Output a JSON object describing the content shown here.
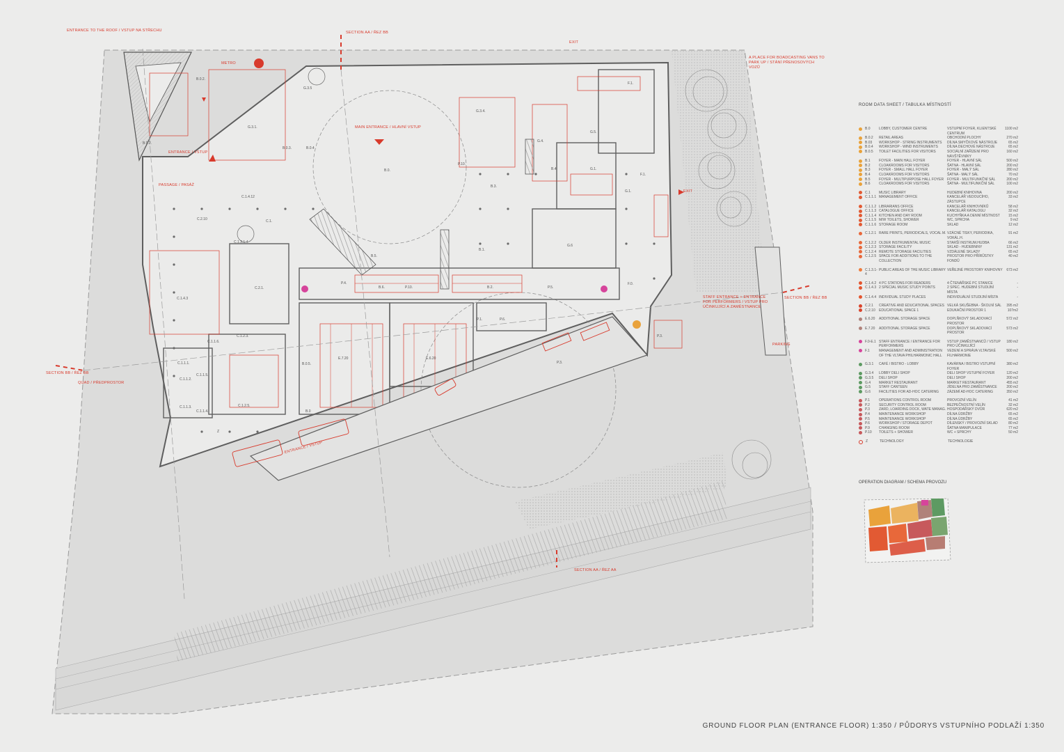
{
  "colors": {
    "accent": "#d83a2c",
    "wall": "#6b6b6b",
    "paper": "#ececeb",
    "hatch": "#c4c4c4"
  },
  "plan": {
    "annotations": {
      "entrance_roof": "ENTRANCE TO THE ROOF / VSTUP NA STŘECHU",
      "section_aa_top": "SECTION AA / ŘEZ BB",
      "section_aa_bottom": "SECTION AA / ŘEZ AA",
      "section_bb_left": "SECTION BB / ŘEZ BB",
      "section_bb_right": "SECTION BB / ŘEZ BB",
      "exit_top": "EXIT",
      "exit_right": "EXIT",
      "vans": "A PLACE FOR BOADCASTING VANS TO PARK UP / STÁNÍ PŘENOSOVÝCH VOZŮ",
      "metro": "METRO",
      "main_entrance": "MAIN ENTRANCE / HLAVNÍ VSTUP",
      "entrance_left": "ENTRANCE / VSTUP",
      "passage": "PASSAGE / PASÁŽ",
      "quad": "QUAD / PŘEDPROSTOR",
      "staff_entrance": "STAFF ENTRANCE + ENTRANCE FOR PERFORMERS / VSTUP PRO ÚČINKUJÍCÍ A ZAMĚSTNANCE",
      "parking": "PARKING",
      "entrance_bottom": "ENTRANCE / VSTUP"
    },
    "rooms": [
      "B.0.2.",
      "B.0.2.",
      "G.3.5",
      "G.3.1.",
      "B.0.3.",
      "B.0.4",
      "G.3.4.",
      "G.5.",
      "F.1.",
      "P.10.",
      "G.4.",
      "B.3.",
      "B.0.",
      "B.4",
      "G.1.",
      "F.1.",
      "G.1.",
      "C.1.4.12",
      "C.1.",
      "C.2.10",
      "C.1.3.1-4",
      "C.2.1.",
      "B.5.",
      "B.1.",
      "G.6",
      "P.4.",
      "B.6.",
      "P.10.",
      "B.2.",
      "P.5.",
      "F.0.",
      "C.1.4.3",
      "P.1.",
      "P.6.",
      "E.7.20",
      "B.0.5.",
      "E.6.20",
      "P.3.",
      "P.3.",
      "C.1.1.6.",
      "C.1.2.3.",
      "C.1.1.1.",
      "C.1.1.5.",
      "C.1.1.2.",
      "C.1.2.5.",
      "C.1.1.3.",
      "C.1.1.4.",
      "B.0",
      "Z"
    ]
  },
  "legend": {
    "title": "ROOM DATA SHEET / TABULKA MÍSTNOSTÍ",
    "groups": [
      {
        "color": "#e9a23b",
        "rows": [
          {
            "code": "B.0",
            "en": "LOBBY, CUSTOMER CENTRE",
            "cz": "VSTUPNÍ FOYER, KLIENTSKÉ CENTRUM",
            "area": "1100 m2"
          },
          {
            "code": "B.0.2",
            "en": "RETAIL AREAS",
            "cz": "OBCHODNÍ PLOCHY",
            "area": "270 m2"
          },
          {
            "code": "B.03",
            "en": "WORKSHOP - STRING INSTRUMENTS",
            "cz": "DÍLNA SMYČKOVÉ NÁSTROJE",
            "area": "65 m2"
          },
          {
            "code": "B.0.4",
            "en": "WORKSHOP - WIND INSTRUMENTS",
            "cz": "DÍLNA DECHOVÉ NÁSTROJE",
            "area": "65 m2"
          },
          {
            "code": "B.0.5",
            "en": "TOILET FACILITIES FOR VISITORS",
            "cz": "SOCIÁLNÍ ZAŘÍZENÍ PRO NÁVŠTĚVNÍKY",
            "area": "160 m2"
          },
          {
            "code": "B.1",
            "en": "FOYER - MAIN HALL FOYER",
            "cz": "FOYER - HLAVNÍ SÁL",
            "area": "500 m2"
          },
          {
            "code": "B.2",
            "en": "CLOAKROOMS FOR VISITORS",
            "cz": "ŠATNA - HLAVNÍ SÁL",
            "area": "200 m2"
          },
          {
            "code": "B.3",
            "en": "FOYER - SMALL HALL FOYER",
            "cz": "FOYER - MALÝ SÁL",
            "area": "280 m2"
          },
          {
            "code": "B.4",
            "en": "CLOAKROOMS FOR VISITORS",
            "cz": "ŠATNA - MALÝ SÁL",
            "area": "70 m2"
          },
          {
            "code": "B.5",
            "en": "FOYER - MULTIPURPOSE HALL FOYER",
            "cz": "FOYER - MULTIFUNKČNÍ SÁL",
            "area": "200 m2"
          },
          {
            "code": "B.6",
            "en": "CLOAKROOMS FOR VISITORS",
            "cz": "ŠATNA - MULTIFUNKČNÍ SÁL",
            "area": "100 m2"
          }
        ]
      },
      {
        "color": "#e25a33",
        "rows": [
          {
            "code": "C.1",
            "en": "MUSIC LIBRARY",
            "cz": "HUDEBNÍ KNIHOVNA",
            "area": "200 m2"
          },
          {
            "code": "C.1.1.1",
            "en": "MANAGEMENT OFFICE",
            "cz": "KANCELÁŘ VEDOUCÍHO, ZÁSTUPCE",
            "area": "33 m2"
          },
          {
            "code": "C.1.1.2",
            "en": "LIBRARIANS OFFICE",
            "cz": "KANCELÁŘ KNIHOVNÍKŮ",
            "area": "58 m2"
          },
          {
            "code": "C.1.1.3",
            "en": "CATALOGUE OFFICE",
            "cz": "KANCELÁŘ KATALOGU",
            "area": "32 m2"
          },
          {
            "code": "C.1.1.4",
            "en": "KITCHEN AND DAY ROOM",
            "cz": "KUCHYŇKA A DENNÍ MÍSTNOST",
            "area": "15 m2"
          },
          {
            "code": "C.1.1.5",
            "en": "M/W TOILETS, SHOWER",
            "cz": "WC, SPRCHA",
            "area": "9 m2"
          },
          {
            "code": "C.1.1.6",
            "en": "STORAGE ROOM",
            "cz": "SKLAD",
            "area": "12 m2"
          }
        ]
      },
      {
        "color": "#e8683a",
        "rows": [
          {
            "code": "C.1.2.1",
            "en": "RARE PRINTS, PERIODICALS, VOCAL M.",
            "cz": "VZÁCNÉ TISKY, PERIODIKA, VOKÁL.H.",
            "area": "91 m2"
          },
          {
            "code": "C.1.2.2",
            "en": "OLDER INSTRUMENTAL MUSIC",
            "cz": "STARŠÍ INSTRUM.HUDBA",
            "area": "66 m2"
          },
          {
            "code": "C.1.2.3",
            "en": "STORAGE FACILITY",
            "cz": "SKLAD - HUDEBNINY",
            "area": "131 m2"
          },
          {
            "code": "C.1.2.4",
            "en": "REMOTE STORAGE FACILITIES",
            "cz": "VZDÁLENÉ SKLADY",
            "area": "65 m2"
          },
          {
            "code": "C.1.2.5",
            "en": "SPACE FOR ADDITIONS TO THE COLLECTION",
            "cz": "PROSTOR PRO PŘÍRŮSTKY FONDŮ",
            "area": "40 m2"
          }
        ]
      },
      {
        "color": "#ee7d3d",
        "rows": [
          {
            "code": "C.1.3.1-4",
            "en": "PUBLIC AREAS OF THE MUSIC LIBRARY",
            "cz": "VEŘEJNÉ PROSTORY KNIHOVNY",
            "area": "673 m2"
          }
        ]
      },
      {
        "color": "#e3552f",
        "rows": [
          {
            "code": "C.1.4.2",
            "en": "4 PC STATIONS FOR READERS",
            "cz": "4 ČTENÁŘSKÉ PC STANICE",
            "area": "-"
          },
          {
            "code": "C.1.4.3",
            "en": "2 SPECIAL MUSIC STUDY POINTS",
            "cz": "2 SPEC. HUDEBNÍ STUDIJNÍ MÍSTA",
            "area": "-"
          },
          {
            "code": "C.1.4.4",
            "en": "INDIVIDUAL STUDY PLACES",
            "cz": "INDIVIDUÁLNÍ STUDIJNÍ MÍSTA",
            "area": "-"
          }
        ]
      },
      {
        "color": "#d9442b",
        "rows": [
          {
            "code": "C.2.1",
            "en": "CREATIVE AND EDUCATIONAL SPACES",
            "cz": "VELKÁ SKUŠEBNA - ŠKOLNÍ SÁL",
            "area": "395 m2"
          },
          {
            "code": "C.2.10",
            "en": "EDUCATIONAL SPACE 1",
            "cz": "EDUKAČNÍ PROSTOR 1",
            "area": "107m2"
          }
        ]
      },
      {
        "color": "#b0827a",
        "rows": [
          {
            "code": "E.6.20",
            "en": "ADDITIONAL STORAGE SPACE",
            "cz": "DOPLŇKOVÝ SKLADOVACÍ PROSTOR",
            "area": "572 m2"
          },
          {
            "code": "E.7.20",
            "en": "ADDITIONAL STORAGE SPACE",
            "cz": "DOPLŇKOVÝ SKLADOVACÍ PROSTOR",
            "area": "573 m2"
          }
        ]
      },
      {
        "color": "#d6449b",
        "rows": [
          {
            "code": "F.0-E.1",
            "en": "STAFF ENTRANCE / ENTRANCE FOR PERFORMERS",
            "cz": "VSTUP ZAMĚSTNANCŮ / VSTUP PRO ÚČINKUJÍCÍ",
            "area": "180 m2"
          },
          {
            "code": "F.1",
            "en": "MANAGEMENT AND ADMINISTRATION OF THE VLTAVA PHILHARMONIC HALL",
            "cz": "VEDENÍ A SPRÁVA VLTAVSKÉ FILHARMONIE",
            "area": "500 m2"
          }
        ]
      },
      {
        "color": "#5d9a62",
        "rows": [
          {
            "code": "G.3.1",
            "en": "CAFÉ / BISTRO - LOBBY",
            "cz": "KAVÁRNA / BISTRO VSTUPNÍ FOYER",
            "area": "380 m2"
          },
          {
            "code": "G.3.4",
            "en": "LOBBY DELI SHOP",
            "cz": "DELI SHOP VSTUPNÍ FOYER",
            "area": "120 m2"
          },
          {
            "code": "G.3.5",
            "en": "DELI SHOP",
            "cz": "DELI SHOP",
            "area": "200 m2"
          },
          {
            "code": "G.4",
            "en": "MARKET RESTAURANT",
            "cz": "MARKET RESTAURANT",
            "area": "455 m2"
          },
          {
            "code": "G.5",
            "en": "STAFF CANTEEN",
            "cz": "JÍDELNA PRO ZAMĚSTNANCE",
            "area": "200 m2"
          },
          {
            "code": "G.6",
            "en": "FACILITIES FOR AD-HOC CATERING",
            "cz": "ZÁZEMÍ AD-HOC CATERING",
            "area": "350 m2"
          }
        ]
      },
      {
        "color": "#c7595c",
        "rows": [
          {
            "code": "P.1",
            "en": "OPERATIONS CONTROL ROOM",
            "cz": "PROVOZNÍ VELÍN",
            "area": "41 m2"
          },
          {
            "code": "P.2",
            "en": "SECURITY CONTROL ROOM",
            "cz": "BEZPEČNOSTNÍ VELÍN",
            "area": "32 m2"
          },
          {
            "code": "P.3",
            "en": "ZARD, LOARDING DOCK, WATE MANAG.",
            "cz": "HOSPODÁŘSKÝ DVŮR",
            "area": "620 m2"
          },
          {
            "code": "P.4",
            "en": "MAINTENANCE WORKSHOP",
            "cz": "DÍLNA ÚDRŽBY",
            "area": "65 m2"
          },
          {
            "code": "P.5",
            "en": "MAINTENANCE WORKSHOP",
            "cz": "DÍLNA ÚDRŽBY",
            "area": "65 m2"
          },
          {
            "code": "P.6",
            "en": "WORKSHOP / STORAGE DEPOT",
            "cz": "DÍLENSKÝ / PROVOZNÍ SKLAD",
            "area": "80 m2"
          },
          {
            "code": "P.9",
            "en": "CHANGING ROOM",
            "cz": "ŠATNA MANIPULACE",
            "area": "77 m2"
          },
          {
            "code": "P.10",
            "en": "TOILETS + SHOWER",
            "cz": "WC + SPRCHY",
            "area": "50 m2"
          }
        ]
      },
      {
        "color": "ring",
        "rows": [
          {
            "code": "Z",
            "en": "TECHNOLOGY",
            "cz": "TECHNOLOGIE",
            "area": ""
          }
        ]
      }
    ]
  },
  "operation_diagram": {
    "title": "OPERATION DIAGRAM / SCHEMA PROVOZU"
  },
  "footer": {
    "title": "GROUND FLOOR PLAN (ENTRANCE FLOOR) 1:350 / PŮDORYS VSTUPNÍHO PODLAŽÍ 1:350"
  }
}
